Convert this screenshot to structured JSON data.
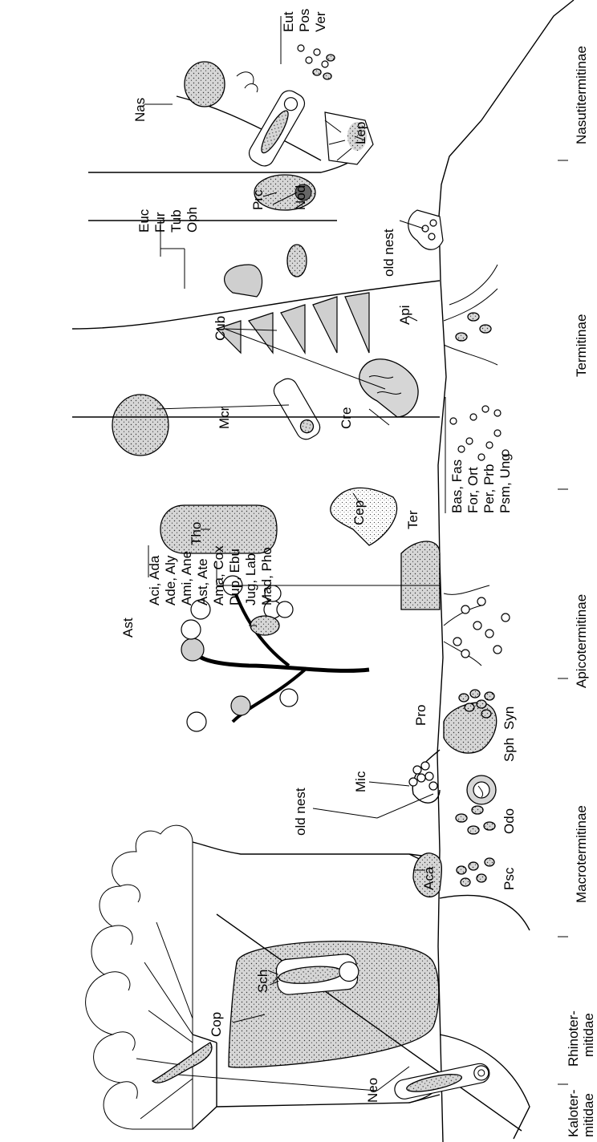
{
  "families": [
    {
      "id": "kalo",
      "line1": "Kaloter-",
      "line2": "mitidae"
    },
    {
      "id": "rhino",
      "line1": "Rhinoter-",
      "line2": "mitidae"
    },
    {
      "id": "macro",
      "line1": "Macrotermitinae"
    },
    {
      "id": "apico",
      "line1": "Apicotermitinae"
    },
    {
      "id": "termi",
      "line1": "Termitinae"
    },
    {
      "id": "nasuti",
      "line1": "Nasutitermitinae"
    }
  ],
  "labels": {
    "neo": "Neo",
    "cop": "Cop",
    "sch": "Sch",
    "aca": "Aca",
    "psc": "Psc",
    "old_nest_1": "old nest",
    "mic": "Mic",
    "odo": "Odo",
    "sph": "Sph",
    "syn": "Syn",
    "pro": "Pro",
    "ast": "Ast",
    "tho": "Tho",
    "cep": "Cep",
    "ter": "Ter",
    "mcr": "Mcr",
    "cre": "Cre",
    "cub": "Cub",
    "api": "Api",
    "old_nest_2": "old nest",
    "prc": "Prc",
    "nod": "Nod",
    "nas": "Nas",
    "lep": "Lep"
  },
  "group_lists": {
    "apico_list": [
      "Aci, Ada",
      "Ade, Aly",
      "Ami, Ane",
      "Ast, Ate",
      "Ama, Cox",
      "Dup, Ebu",
      "Jug, Lab",
      "Mad, Pho"
    ],
    "soil_list": [
      "Bas, Fas",
      "For, Ort",
      "Per, Prb",
      "Psm, Ung"
    ],
    "tree_list": [
      "Euc",
      "Fur",
      "Tub",
      "Oph"
    ],
    "nasuti_list": [
      "Eut",
      "Pos",
      "Ver"
    ]
  }
}
